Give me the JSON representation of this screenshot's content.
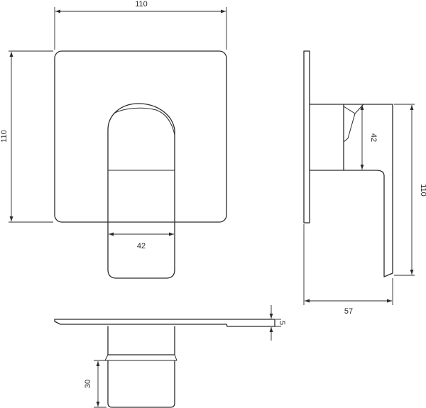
{
  "dimensions": {
    "front_width": "110",
    "front_height": "110",
    "lever_width": "42",
    "side_height": "110",
    "side_lever_height": "42",
    "side_depth": "57",
    "plate_thickness": "5",
    "body_depth": "30"
  }
}
